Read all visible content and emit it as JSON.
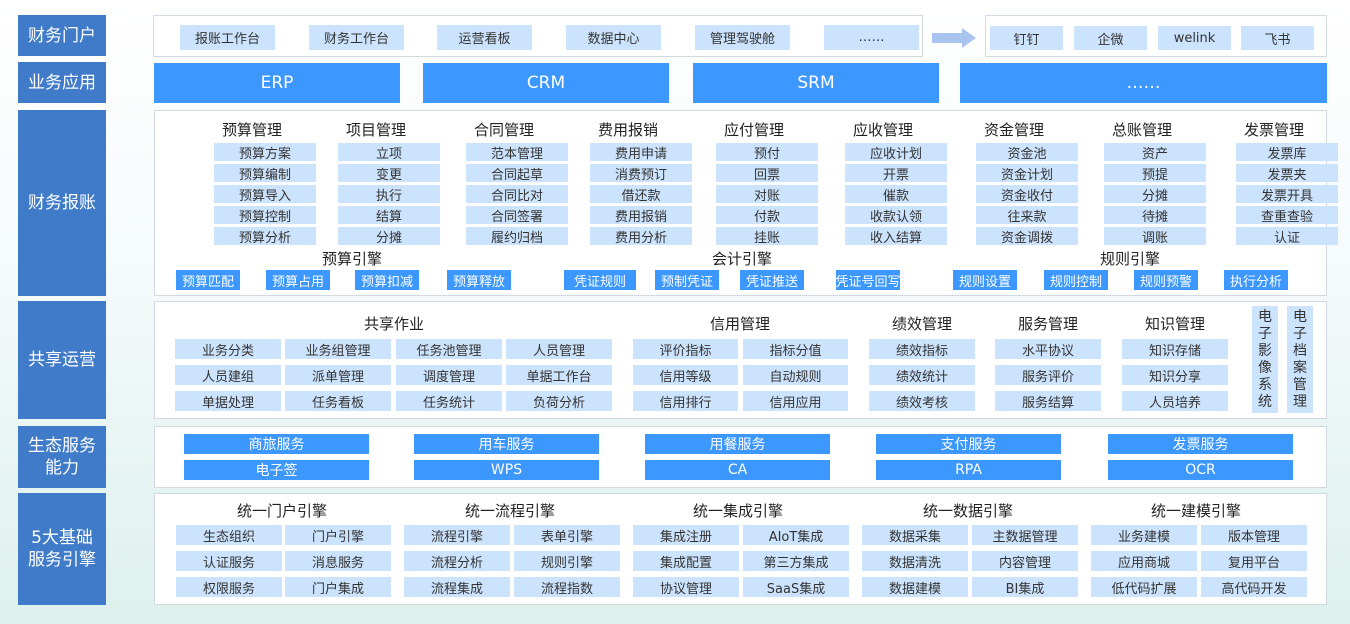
{
  "layers": [
    "财务门户",
    "业务应用",
    "财务报账",
    "共享运营",
    "生态服务能力",
    "5大基础服务引擎"
  ],
  "portal": {
    "items": [
      "报账工作台",
      "财务工作台",
      "运营看板",
      "数据中心",
      "管理驾驶舱",
      "……"
    ],
    "channels": [
      "钉钉",
      "企微",
      "welink",
      "飞书"
    ]
  },
  "apps": [
    "ERP",
    "CRM",
    "SRM",
    "……"
  ],
  "finance": {
    "modules": [
      {
        "title": "预算管理",
        "items": [
          "预算方案",
          "预算编制",
          "预算导入",
          "预算控制",
          "预算分析"
        ]
      },
      {
        "title": "项目管理",
        "items": [
          "立项",
          "变更",
          "执行",
          "结算",
          "分摊"
        ]
      },
      {
        "title": "合同管理",
        "items": [
          "范本管理",
          "合同起草",
          "合同比对",
          "合同签署",
          "履约归档"
        ]
      },
      {
        "title": "费用报销",
        "items": [
          "费用申请",
          "消费预订",
          "借还款",
          "费用报销",
          "费用分析"
        ]
      },
      {
        "title": "应付管理",
        "items": [
          "预付",
          "回票",
          "对账",
          "付款",
          "挂账"
        ]
      },
      {
        "title": "应收管理",
        "items": [
          "应收计划",
          "开票",
          "催款",
          "收款认领",
          "收入结算"
        ]
      },
      {
        "title": "资金管理",
        "items": [
          "资金池",
          "资金计划",
          "资金收付",
          "往来款",
          "资金调拨"
        ]
      },
      {
        "title": "总账管理",
        "items": [
          "资产",
          "预提",
          "分摊",
          "待摊",
          "调账"
        ]
      },
      {
        "title": "发票管理",
        "items": [
          "发票库",
          "发票夹",
          "发票开具",
          "查重查验",
          "认证"
        ]
      }
    ],
    "engines": [
      {
        "title": "预算引擎",
        "items": [
          "预算匹配",
          "预算占用",
          "预算扣减",
          "预算释放"
        ]
      },
      {
        "title": "会计引擎",
        "items": [
          "凭证规则",
          "预制凭证",
          "凭证推送",
          "凭证号回写"
        ]
      },
      {
        "title": "规则引擎",
        "items": [
          "规则设置",
          "规则控制",
          "规则预警",
          "执行分析"
        ]
      }
    ]
  },
  "shared": {
    "groups": [
      {
        "title": "共享作业",
        "items": [
          "业务分类",
          "业务组管理",
          "任务池管理",
          "人员管理",
          "人员建组",
          "派单管理",
          "调度管理",
          "单据工作台",
          "单据处理",
          "任务看板",
          "任务统计",
          "负荷分析"
        ]
      },
      {
        "title": "信用管理",
        "items": [
          "评价指标",
          "指标分值",
          "信用等级",
          "自动规则",
          "信用排行",
          "信用应用"
        ]
      },
      {
        "title": "绩效管理",
        "items": [
          "绩效指标",
          "绩效统计",
          "绩效考核"
        ]
      },
      {
        "title": "服务管理",
        "items": [
          "水平协议",
          "服务评价",
          "服务结算"
        ]
      },
      {
        "title": "知识管理",
        "items": [
          "知识存储",
          "知识分享",
          "人员培养"
        ]
      }
    ],
    "vertical": [
      "电子影像系统",
      "电子档案管理"
    ]
  },
  "eco": [
    "商旅服务",
    "电子签",
    "用车服务",
    "WPS",
    "用餐服务",
    "CA",
    "支付服务",
    "RPA",
    "发票服务",
    "OCR"
  ],
  "base": [
    {
      "title": "统一门户引擎",
      "items": [
        "生态组织",
        "门户引擎",
        "认证服务",
        "消息服务",
        "权限服务",
        "门户集成"
      ]
    },
    {
      "title": "统一流程引擎",
      "items": [
        "流程引擎",
        "表单引擎",
        "流程分析",
        "规则引擎",
        "流程集成",
        "流程指数"
      ]
    },
    {
      "title": "统一集成引擎",
      "items": [
        "集成注册",
        "AIoT集成",
        "集成配置",
        "第三方集成",
        "协议管理",
        "SaaS集成"
      ]
    },
    {
      "title": "统一数据引擎",
      "items": [
        "数据采集",
        "主数据管理",
        "数据清洗",
        "内容管理",
        "数据建模",
        "BI集成"
      ]
    },
    {
      "title": "统一建模引擎",
      "items": [
        "业务建模",
        "版本管理",
        "应用商城",
        "复用平台",
        "低代码扩展",
        "高代码开发"
      ]
    }
  ],
  "colors": {
    "layer": "#3f7bc8",
    "primary": "#3c97ff",
    "light": "#cce3fd"
  }
}
